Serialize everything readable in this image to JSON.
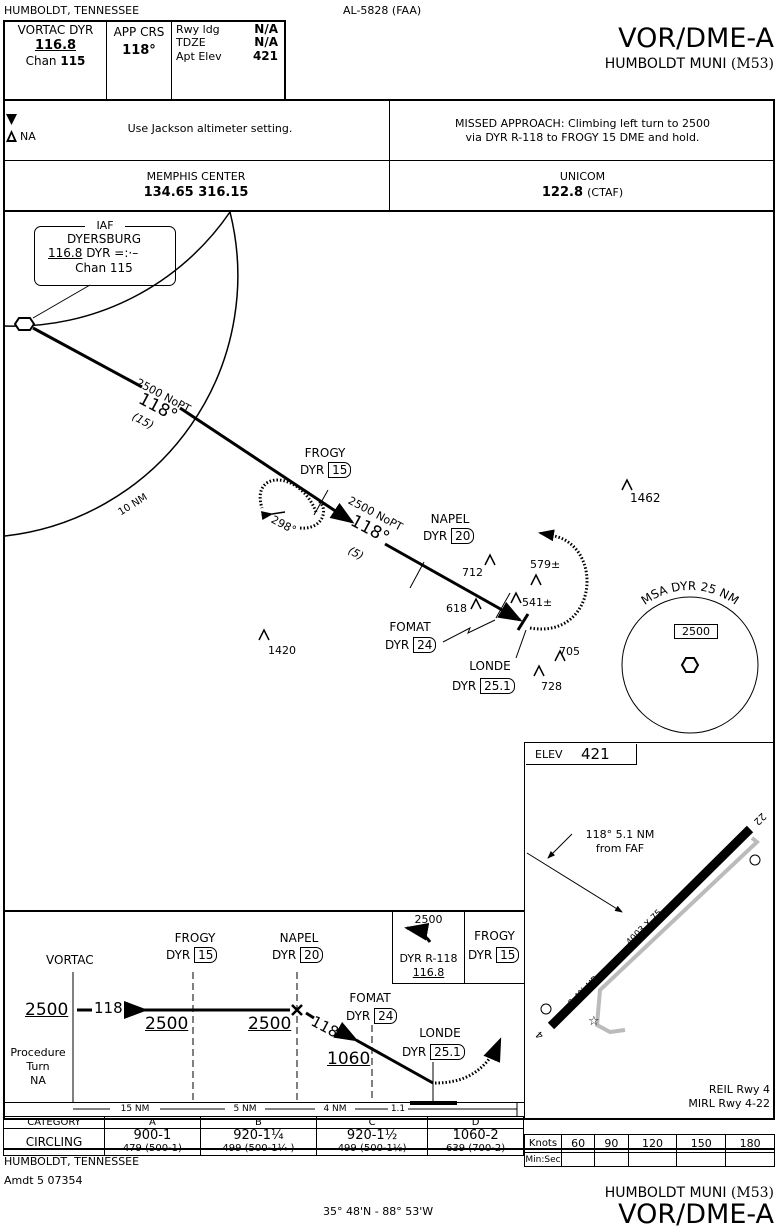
{
  "header": {
    "location": "HUMBOLDT, TENNESSEE",
    "chart_id": "AL-5828 (FAA)",
    "procedure": "VOR/DME-A",
    "airport": "HUMBOLDT MUNI",
    "airport_id": "(M53)"
  },
  "briefing": {
    "nav": {
      "label": "VORTAC  DYR",
      "freq": "116.8",
      "chan_label": "Chan",
      "chan": "115"
    },
    "app_crs": {
      "label": "APP CRS",
      "value": "118°"
    },
    "rwy_ldg": {
      "label": "Rwy ldg",
      "value": "N/A"
    },
    "tdze": {
      "label": "TDZE",
      "value": "N/A"
    },
    "apt_elev": {
      "label": "Apt Elev",
      "value": "421"
    },
    "alt_note": "Use Jackson altimeter setting.",
    "alt_na": "NA",
    "missed_approach": [
      "MISSED APPROACH: Climbing left turn to 2500",
      "via DYR R-118 to FROGY 15 DME and hold."
    ],
    "center": {
      "name": "MEMPHIS CENTER",
      "freqs": "134.65  316.15"
    },
    "unicom": {
      "name": "UNICOM",
      "freq": "122.8",
      "suffix": "(CTAF)"
    }
  },
  "plan": {
    "iaf": {
      "label": "IAF",
      "name": "DYERSBURG",
      "freq": "116.8",
      "ident": "DYR",
      "chan": "Chan 115"
    },
    "route1": {
      "alt": "2500 NoPT",
      "crs": "118°",
      "dist": "(15)"
    },
    "route2": {
      "alt": "2500 NoPT",
      "crs": "118°",
      "dist": "(5)"
    },
    "ring_label": "10 NM",
    "hold_crs": "298°",
    "fixes": [
      {
        "name": "FROGY",
        "ref": "DYR",
        "dme": "15"
      },
      {
        "name": "NAPEL",
        "ref": "DYR",
        "dme": "20"
      },
      {
        "name": "FOMAT",
        "ref": "DYR",
        "dme": "24"
      },
      {
        "name": "LONDE",
        "ref": "DYR",
        "dme": "25.1"
      }
    ],
    "obstacles": [
      "1462",
      "712",
      "579±",
      "541±",
      "618",
      "1420",
      "705",
      "728"
    ],
    "msa": {
      "label": "MSA DYR 25 NM",
      "alt": "2500"
    }
  },
  "airport_diagram": {
    "elev_label": "ELEV",
    "elev": "421",
    "approach_note": [
      "118°  5.1 NM",
      "from FAF"
    ],
    "runway_dims": "4003 X 75",
    "gradient": "0.4% UP",
    "rwy_a": "4",
    "rwy_b": "22",
    "lighting": [
      "REIL Rwy 4",
      "MIRL Rwy 4-22"
    ]
  },
  "profile": {
    "vortac": "VORTAC",
    "frogy": {
      "name": "FROGY",
      "ref": "DYR",
      "dme": "15"
    },
    "napel": {
      "name": "NAPEL",
      "ref": "DYR",
      "dme": "20"
    },
    "fomat": {
      "name": "FOMAT",
      "ref": "DYR",
      "dme": "24"
    },
    "londe": {
      "name": "LONDE",
      "ref": "DYR",
      "dme": "25.1"
    },
    "alt_start": "2500",
    "crs": "118°",
    "alt_frogy": "2500",
    "alt_napel": "2500",
    "alt_fomat": "1060",
    "crs2": "118°",
    "pt": [
      "Procedure",
      "Turn",
      "NA"
    ],
    "missed_icon": {
      "alt": "2500",
      "radial": "DYR R-118",
      "freq": "116.8",
      "fix": "FROGY",
      "ref": "DYR",
      "dme": "15"
    },
    "distances": [
      "15 NM",
      "5 NM",
      "4 NM",
      "1.1"
    ]
  },
  "minimums": {
    "header": [
      "CATEGORY",
      "A",
      "B",
      "C",
      "D"
    ],
    "circling_label": "CIRCLING",
    "values": [
      {
        "mda": "900-1",
        "hat": "479 (500-1)"
      },
      {
        "mda": "920-1¼",
        "hat": "499 (500-1¼ )"
      },
      {
        "mda": "920-1½",
        "hat": "499 (500-1½)"
      },
      {
        "mda": "1060-2",
        "hat": "639 (700-2)"
      }
    ]
  },
  "timing": {
    "knots_label": "Knots",
    "knots": [
      "60",
      "90",
      "120",
      "150",
      "180"
    ],
    "minsec_label": "Min:Sec"
  },
  "footer": {
    "location": "HUMBOLDT, TENNESSEE",
    "amdt": "Amdt 5  07354",
    "coords": "35° 48'N - 88° 53'W",
    "airport": "HUMBOLDT MUNI",
    "airport_id": "(M53)",
    "procedure": "VOR/DME-A"
  }
}
